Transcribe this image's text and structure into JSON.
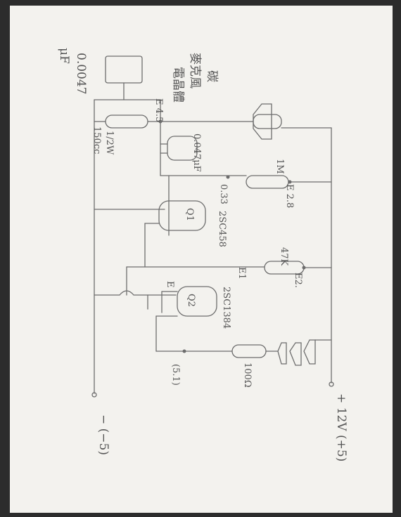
{
  "labels": {
    "cap_left": "0.0047",
    "cap_left_unit": "μF",
    "title_col1": "碳",
    "title_col2": "麥克風",
    "title_col3": "電晶體",
    "res1_val": "1M",
    "res1_note": "E 2.8",
    "r_val_left": "1/2W",
    "r_val_left2": "150cc",
    "e_left": "E 4.5",
    "cap_mid": "0.047μF",
    "q1": "Q1",
    "q1_part": "2SC458",
    "q1_note": "0.33",
    "res2_val": "47K",
    "res2_note": "E2.",
    "res2_note2": "E1",
    "q2": "Q2",
    "q2_part": "2SC1384",
    "q2_e": "E",
    "res3_val": "100Ω",
    "terminal_note": "(5.1)",
    "plus_supply": "+ 12V (+5)",
    "minus_supply": "− (−5)"
  }
}
